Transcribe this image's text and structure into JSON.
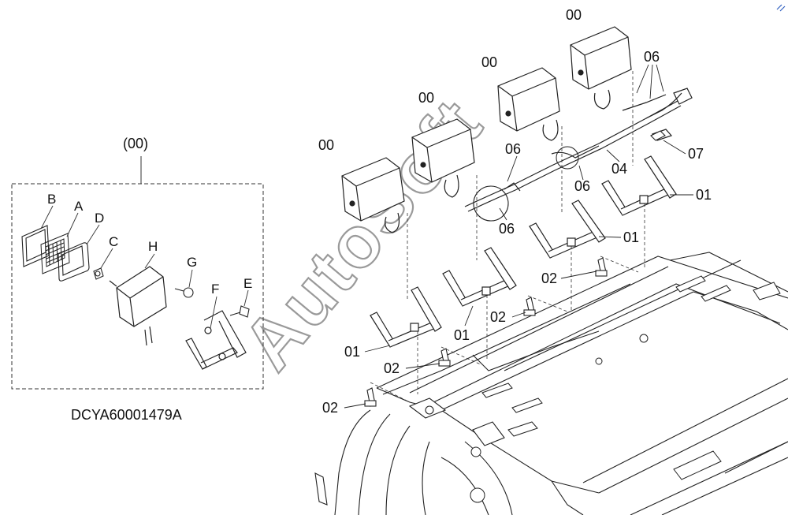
{
  "drawing_id": "DCYA60001479A",
  "inset": {
    "group_label": "(00)",
    "part_letters": [
      "B",
      "A",
      "D",
      "C",
      "H",
      "G",
      "E",
      "F"
    ]
  },
  "callouts": {
    "lamp": "00",
    "bracket": "01",
    "bolt": "02",
    "harness": "04",
    "connector": "06",
    "clip": "07"
  },
  "watermark": "AutoSoft"
}
